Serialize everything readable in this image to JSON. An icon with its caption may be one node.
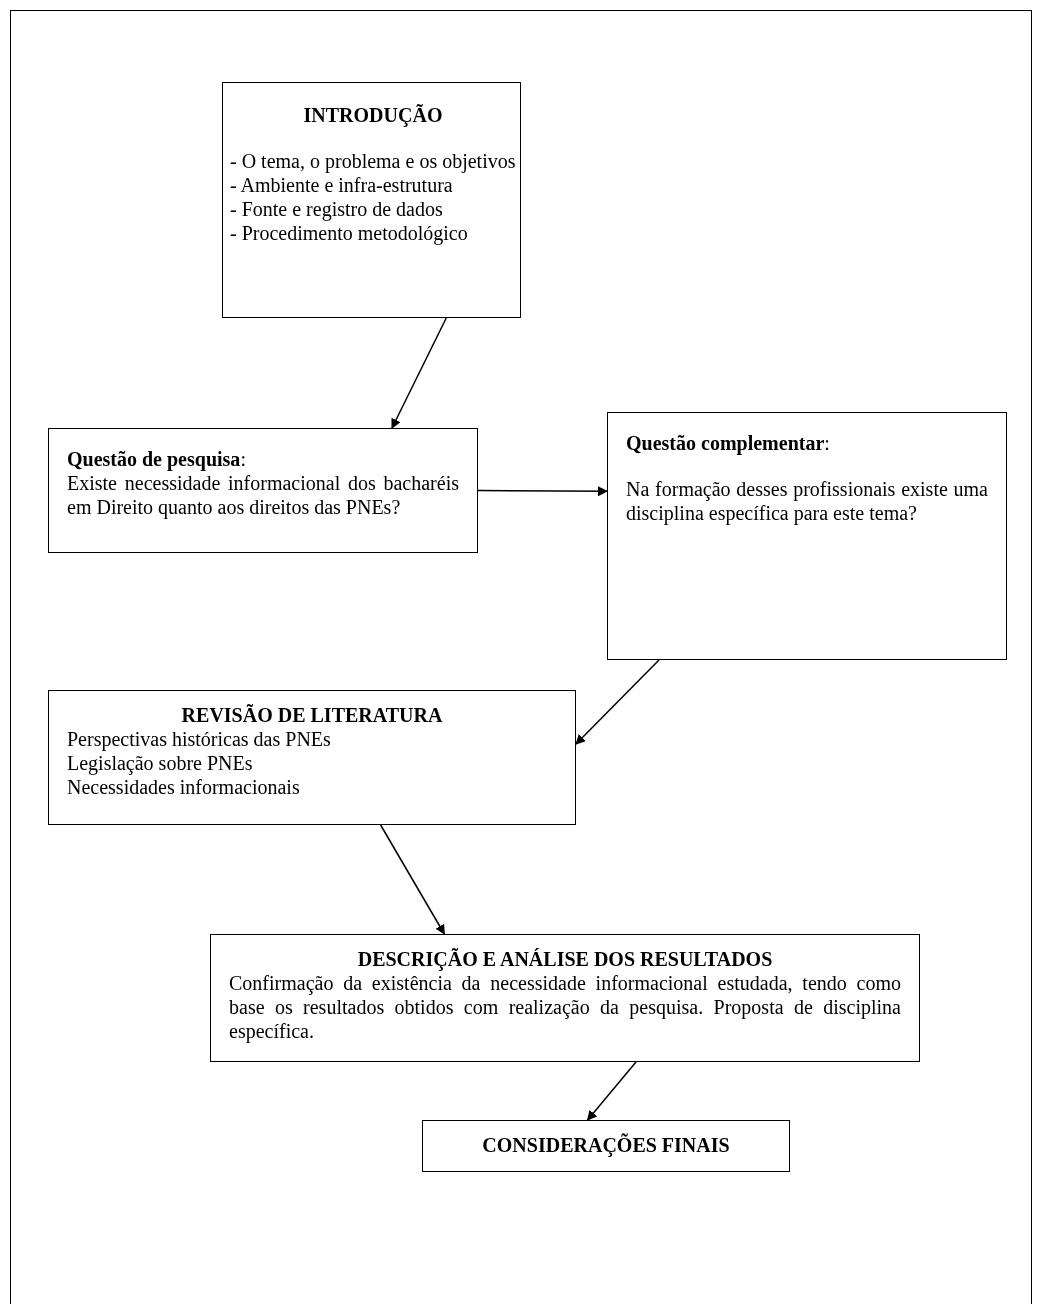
{
  "diagram": {
    "nodes": [
      {
        "text": [
          "INTRODUÇÃO",
          "- O tema, o problema e os objetivos",
          "- Ambiente e infra-estrutura",
          "- Fonte e registro de dados",
          "- Procedimento metodológico"
        ]
      },
      {
        "text": [
          "**Questão de pesquisa**:",
          "Existe necessidade informacional dos bacharéis em Direito quanto aos direitos das PNEs?"
        ]
      },
      {
        "text": [
          "**Questão complementar**:",
          "Na formação desses profissionais existe uma disciplina específica para este tema?"
        ]
      },
      {
        "text": [
          "REVISÃO DE LITERATURA",
          "Perspectivas históricas das PNEs",
          "Legislação sobre PNEs",
          "Necessidades informacionais"
        ]
      },
      {
        "text": [
          "DESCRIÇÃO E ANÁLISE DOS RESULTADOS",
          "Confirmação da existência da necessidade informacional estudada, tendo como base os resultados obtidos com realização da pesquisa. Proposta de disciplina específica."
        ]
      },
      {
        "text": [
          "CONSIDERAÇÕES FINAIS"
        ]
      }
    ],
    "edges": [
      {
        "from": 0,
        "to": 1,
        "arrow": "to"
      },
      {
        "from": 1,
        "to": 2,
        "arrow": "to"
      },
      {
        "from": 2,
        "to": 3,
        "arrow": "to"
      },
      {
        "from": 3,
        "to": 4,
        "arrow": "to"
      },
      {
        "from": 4,
        "to": 5,
        "arrow": "to"
      }
    ]
  }
}
